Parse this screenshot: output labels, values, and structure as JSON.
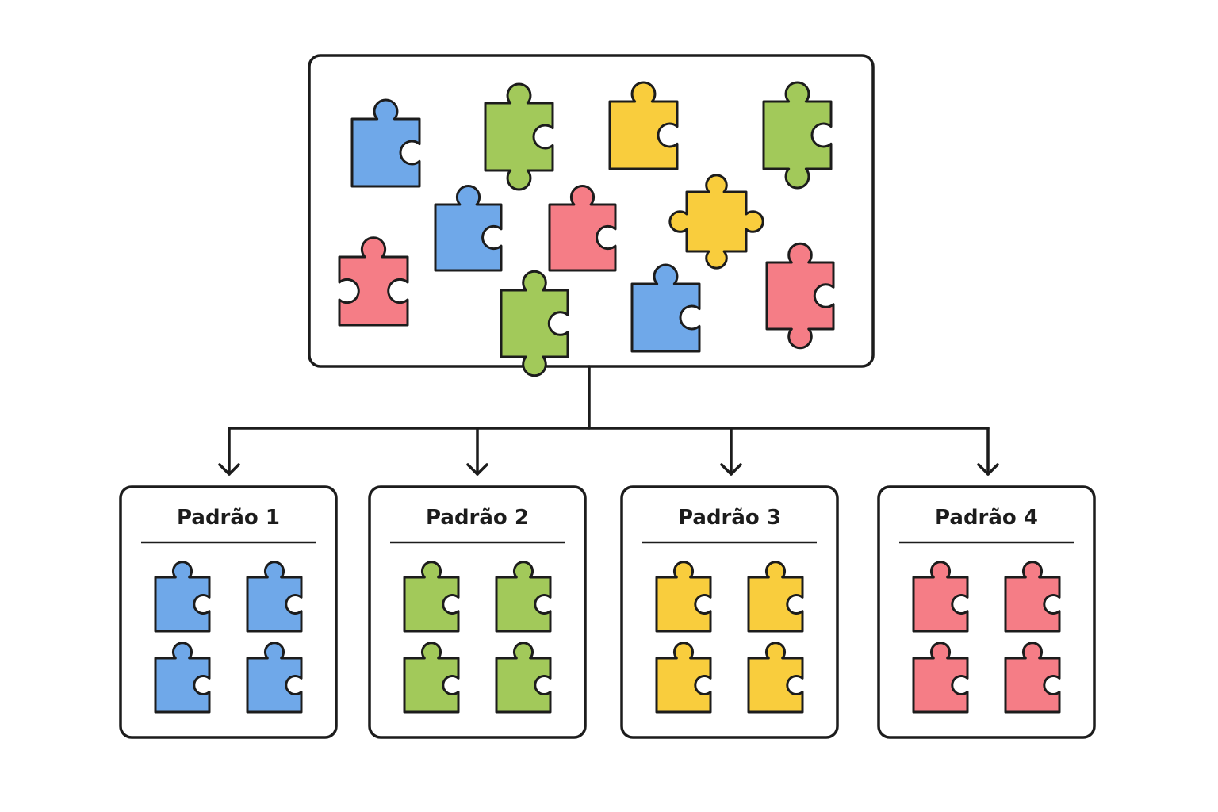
{
  "colors": {
    "blue": "#6fa8e9",
    "green": "#a2c95a",
    "yellow": "#f9cd3d",
    "red": "#f57d86",
    "outline": "#1c1c1c",
    "background": "#ffffff"
  },
  "source_box": {
    "pieces": [
      {
        "color": "blue"
      },
      {
        "color": "green"
      },
      {
        "color": "yellow"
      },
      {
        "color": "green"
      },
      {
        "color": "blue"
      },
      {
        "color": "red"
      },
      {
        "color": "yellow"
      },
      {
        "color": "red"
      },
      {
        "color": "green"
      },
      {
        "color": "blue"
      },
      {
        "color": "red"
      }
    ]
  },
  "patterns": [
    {
      "title": "Padrão 1",
      "color": "blue"
    },
    {
      "title": "Padrão 2",
      "color": "green"
    },
    {
      "title": "Padrão 3",
      "color": "yellow"
    },
    {
      "title": "Padrão 4",
      "color": "red"
    }
  ]
}
